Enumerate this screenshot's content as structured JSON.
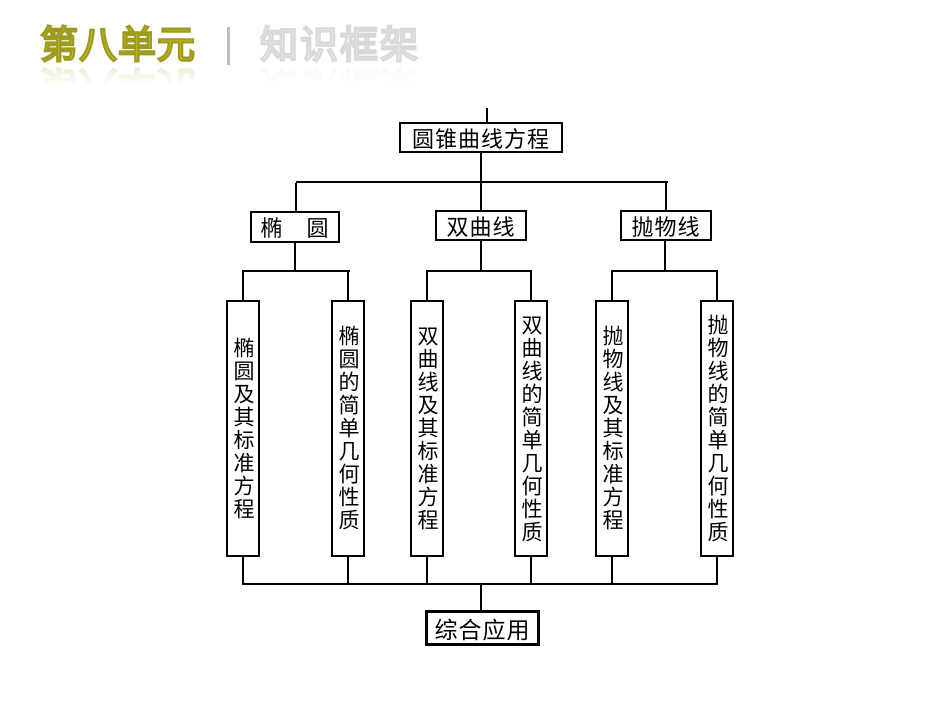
{
  "header": {
    "unit": "第八单元",
    "section": "知识框架",
    "unit_color": "#f5e400",
    "unit_outline_color": "#9d9b22",
    "section_color": "#ffffff",
    "section_outline_color": "#d9d9d9",
    "divider_color": "#bfbfbf"
  },
  "diagram": {
    "root": "圆锥曲线方程",
    "branches": [
      {
        "label": "椭　圆",
        "children": [
          "椭圆及其标准方程",
          "椭圆的简单几何性质"
        ]
      },
      {
        "label": "双曲线",
        "children": [
          "双曲线及其标准方程",
          "双曲线的简单几何性质"
        ]
      },
      {
        "label": "抛物线",
        "children": [
          "抛物线及其标准方程",
          "抛物线的简单几何性质"
        ]
      }
    ],
    "sink": "综合应用",
    "line_color": "#000000",
    "box_background": "#ffffff"
  }
}
